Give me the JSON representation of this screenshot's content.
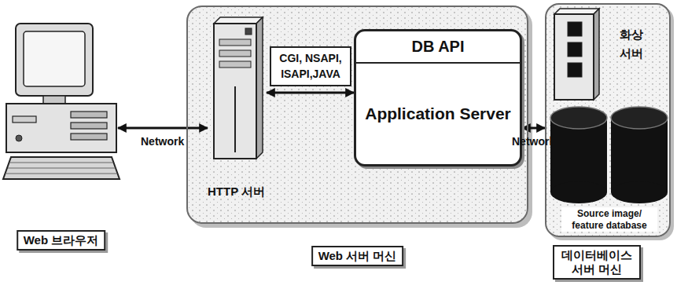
{
  "diagram": {
    "nodes": [
      {
        "text": [
          "Web 브라우저"
        ]
      },
      {
        "text": [
          "Web 서버 머신"
        ]
      },
      {
        "text": [
          "HTTP 서버"
        ],
        "in": 1
      },
      {
        "text": [
          "DB API",
          "Application Server"
        ],
        "in": 1
      },
      {
        "text": [
          "데이터베이스 서버 머신"
        ]
      },
      {
        "text": [
          "화상 서버"
        ],
        "in": 4
      },
      {
        "text": [
          "Source image/ feature database"
        ],
        "in": 4
      }
    ],
    "edges": [
      {
        "from": 0,
        "to": 2,
        "label": "Network",
        "arrow": "both"
      },
      {
        "from": 2,
        "to": 3,
        "label": "CGI, NSAPI, ISAPI,JAVA",
        "arrow": "both"
      },
      {
        "from": 3,
        "to": 4,
        "label": "Network",
        "arrow": "both"
      }
    ]
  }
}
